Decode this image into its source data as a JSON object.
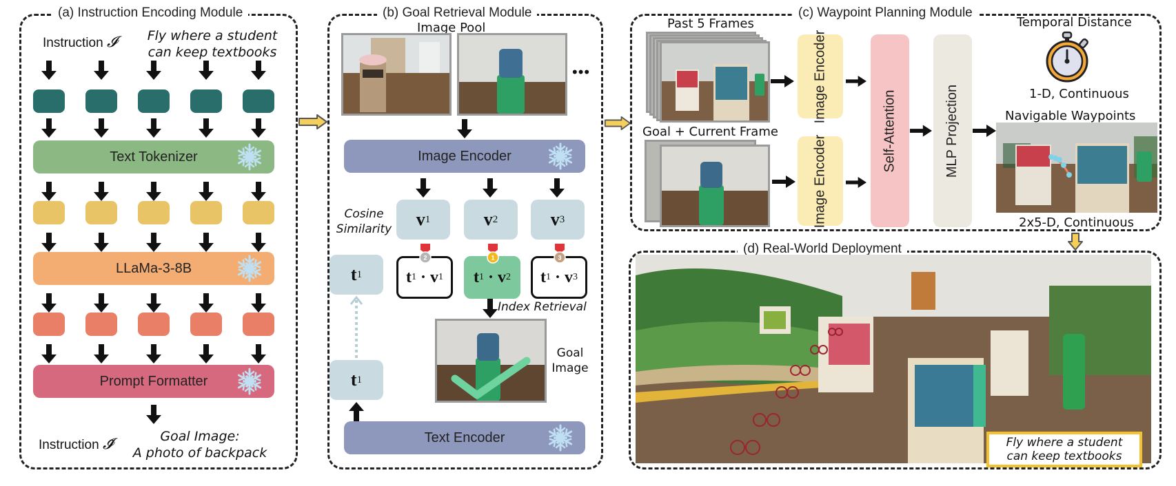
{
  "panels": {
    "a": {
      "title": "(a) Instruction Encoding Module",
      "instruction_label": "Instruction",
      "instruction_symbol": "𝓘",
      "instruction_text_line1": "Fly where a student",
      "instruction_text_line2": "can keep textbooks",
      "text_tokenizer": "Text Tokenizer",
      "llm": "LLaMa-3-8B",
      "prompt_formatter": "Prompt Formatter",
      "output_label": "Instruction",
      "output_symbol": "𝓘̃",
      "output_text_line1": "Goal Image:",
      "output_text_line2": "A photo of backpack",
      "token_columns": 5,
      "colors": {
        "row1": "#2a6e6c",
        "tokenizer": "#8cb884",
        "row2": "#e8c466",
        "llm": "#f3ad73",
        "row3": "#e87f66",
        "formatter": "#d6697e"
      }
    },
    "b": {
      "title": "(b) Goal Retrieval Module",
      "image_pool_label": "Image Pool",
      "ellipsis": "•••",
      "image_encoder": "Image Encoder",
      "cosine_label_line1": "Cosine",
      "cosine_label_line2": "Similarity",
      "vectors": [
        {
          "name": "v",
          "sub": "1"
        },
        {
          "name": "v",
          "sub": "2"
        },
        {
          "name": "v",
          "sub": "3"
        }
      ],
      "text_vector": {
        "name": "t",
        "sub": "1"
      },
      "dot_products": [
        {
          "t": "t",
          "ts": "1",
          "v": "v",
          "vs": "1",
          "rank": "2",
          "highlight": false
        },
        {
          "t": "t",
          "ts": "1",
          "v": "v",
          "vs": "2",
          "rank": "1",
          "highlight": true
        },
        {
          "t": "t",
          "ts": "1",
          "v": "v",
          "vs": "3",
          "rank": "3",
          "highlight": false
        }
      ],
      "index_retrieval": "Index Retrieval",
      "goal_image_line1": "Goal",
      "goal_image_line2": "Image",
      "text_encoder": "Text Encoder",
      "colors": {
        "encoder": "#8e98bd",
        "vector": "#c9dbe0",
        "highlight": "#7dc89d"
      }
    },
    "c": {
      "title": "(c) Waypoint Planning Module",
      "past_frames_label": "Past 5 Frames",
      "goal_current_label": "Goal + Current Frame",
      "image_encoder_top": "Image Encoder",
      "image_encoder_bottom": "Image Encoder",
      "self_attention": "Self-Attention",
      "mlp_projection": "MLP Projection",
      "temporal_distance": "Temporal Distance",
      "temporal_dim": "1-D, Continuous",
      "waypoints_label": "Navigable Waypoints",
      "waypoints_dim": "2x5-D, Continuous",
      "colors": {
        "encoder": "#fbebb4",
        "attention": "#f6c4c4",
        "mlp": "#ece9e0"
      }
    },
    "d": {
      "title": "(d) Real-World Deployment",
      "caption_line1": "Fly where a student",
      "caption_line2": "can keep textbooks"
    }
  },
  "icons": {
    "snowflake": "snowflake-icon",
    "stopwatch": "stopwatch-icon",
    "medal": "medal-icon",
    "checkmark": "checkmark-icon"
  }
}
